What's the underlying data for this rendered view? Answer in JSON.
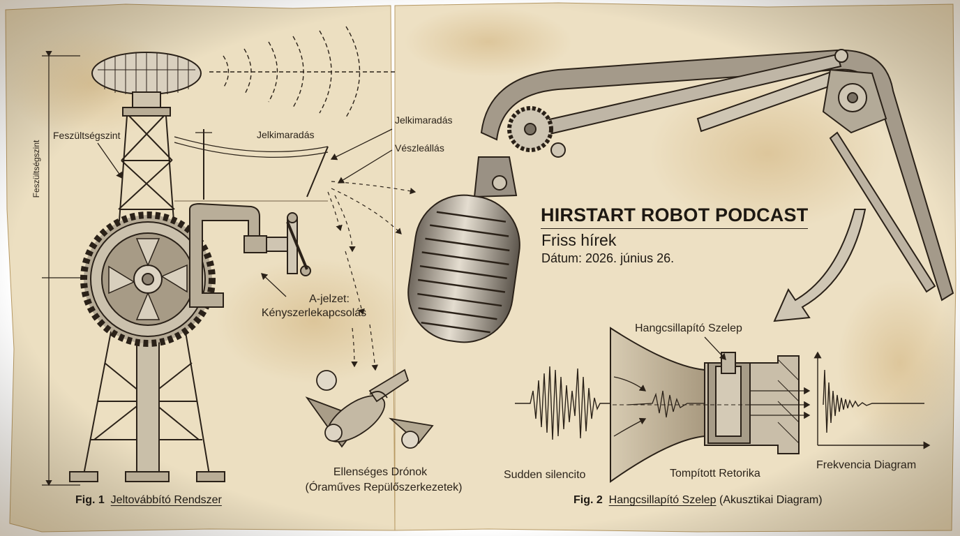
{
  "podcast": {
    "title": "HIRSTART ROBOT PODCAST",
    "subtitle": "Friss hírek",
    "date_line": "Dátum: 2026. június 26."
  },
  "fig1": {
    "number": "Fig. 1",
    "caption": "Jeltovábbító Rendszer",
    "labels": {
      "voltage_level": "Feszültségszint",
      "voltage_level_vertical": "Feszültségszint",
      "signal_loss_1": "Jelkimaradás",
      "signal_loss_2": "Jelkimaradás",
      "emergency_stop": "Vészleállás",
      "a_signal_line1": "A-jelzet:",
      "a_signal_line2": "Kényszerlekapcsolás",
      "drones_line1": "Ellenséges Drónok",
      "drones_line2": "(Óraműves Repülőszerkezetek)"
    }
  },
  "fig2": {
    "number": "Fig. 2",
    "caption_underlined": "Hangcsillapító Szelep",
    "caption_rest": "(Akusztikai Diagram)",
    "labels": {
      "valve": "Hangcsillapító Szelep",
      "sudden": "Sudden silencito",
      "muted": "Tompított Retorika",
      "freq": "Frekvencia Diagram"
    }
  },
  "palette": {
    "paper": "#efe3c6",
    "paper_stain": "#d9bf8a",
    "ink": "#2a2118",
    "metal": "#8f867a",
    "metal_light": "#cfc6b4",
    "wood": "#6b5a45"
  }
}
